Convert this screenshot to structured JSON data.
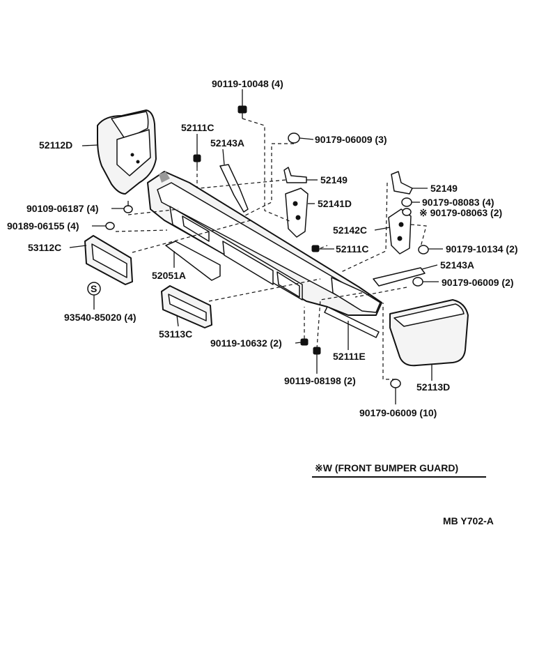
{
  "parts": {
    "p_90119_10048": "90119-10048 (4)",
    "p_52111C_top": "52111C",
    "p_52112D": "52112D",
    "p_52143A_top": "52143A",
    "p_90179_06009_3": "90179-06009 (3)",
    "p_52149_a": "52149",
    "p_52141D": "52141D",
    "p_52149_b": "52149",
    "p_90179_08083": "90179-08083 (4)",
    "p_90179_08063": "※ 90179-08063 (2)",
    "p_90109_06187": "90109-06187 (4)",
    "p_90189_06155": "90189-06155 (4)",
    "p_52142C": "52142C",
    "p_53112C": "53112C",
    "p_52111C_mid": "52111C",
    "p_90179_10134": "90179-10134 (2)",
    "p_52143A_right": "52143A",
    "p_52051A": "52051A",
    "p_90179_06009_2": "90179-06009 (2)",
    "p_93540_85020": "93540-85020 (4)",
    "p_53113C": "53113C",
    "p_90119_10632": "90119-10632 (2)",
    "p_52111E": "52111E",
    "p_90119_08198": "90119-08198 (2)",
    "p_52113D": "52113D",
    "p_90179_06009_10": "90179-06009 (10)"
  },
  "s_marker": "S",
  "note": "※W (FRONT  BUMPER  GUARD)",
  "code": "MB  Y702-A"
}
